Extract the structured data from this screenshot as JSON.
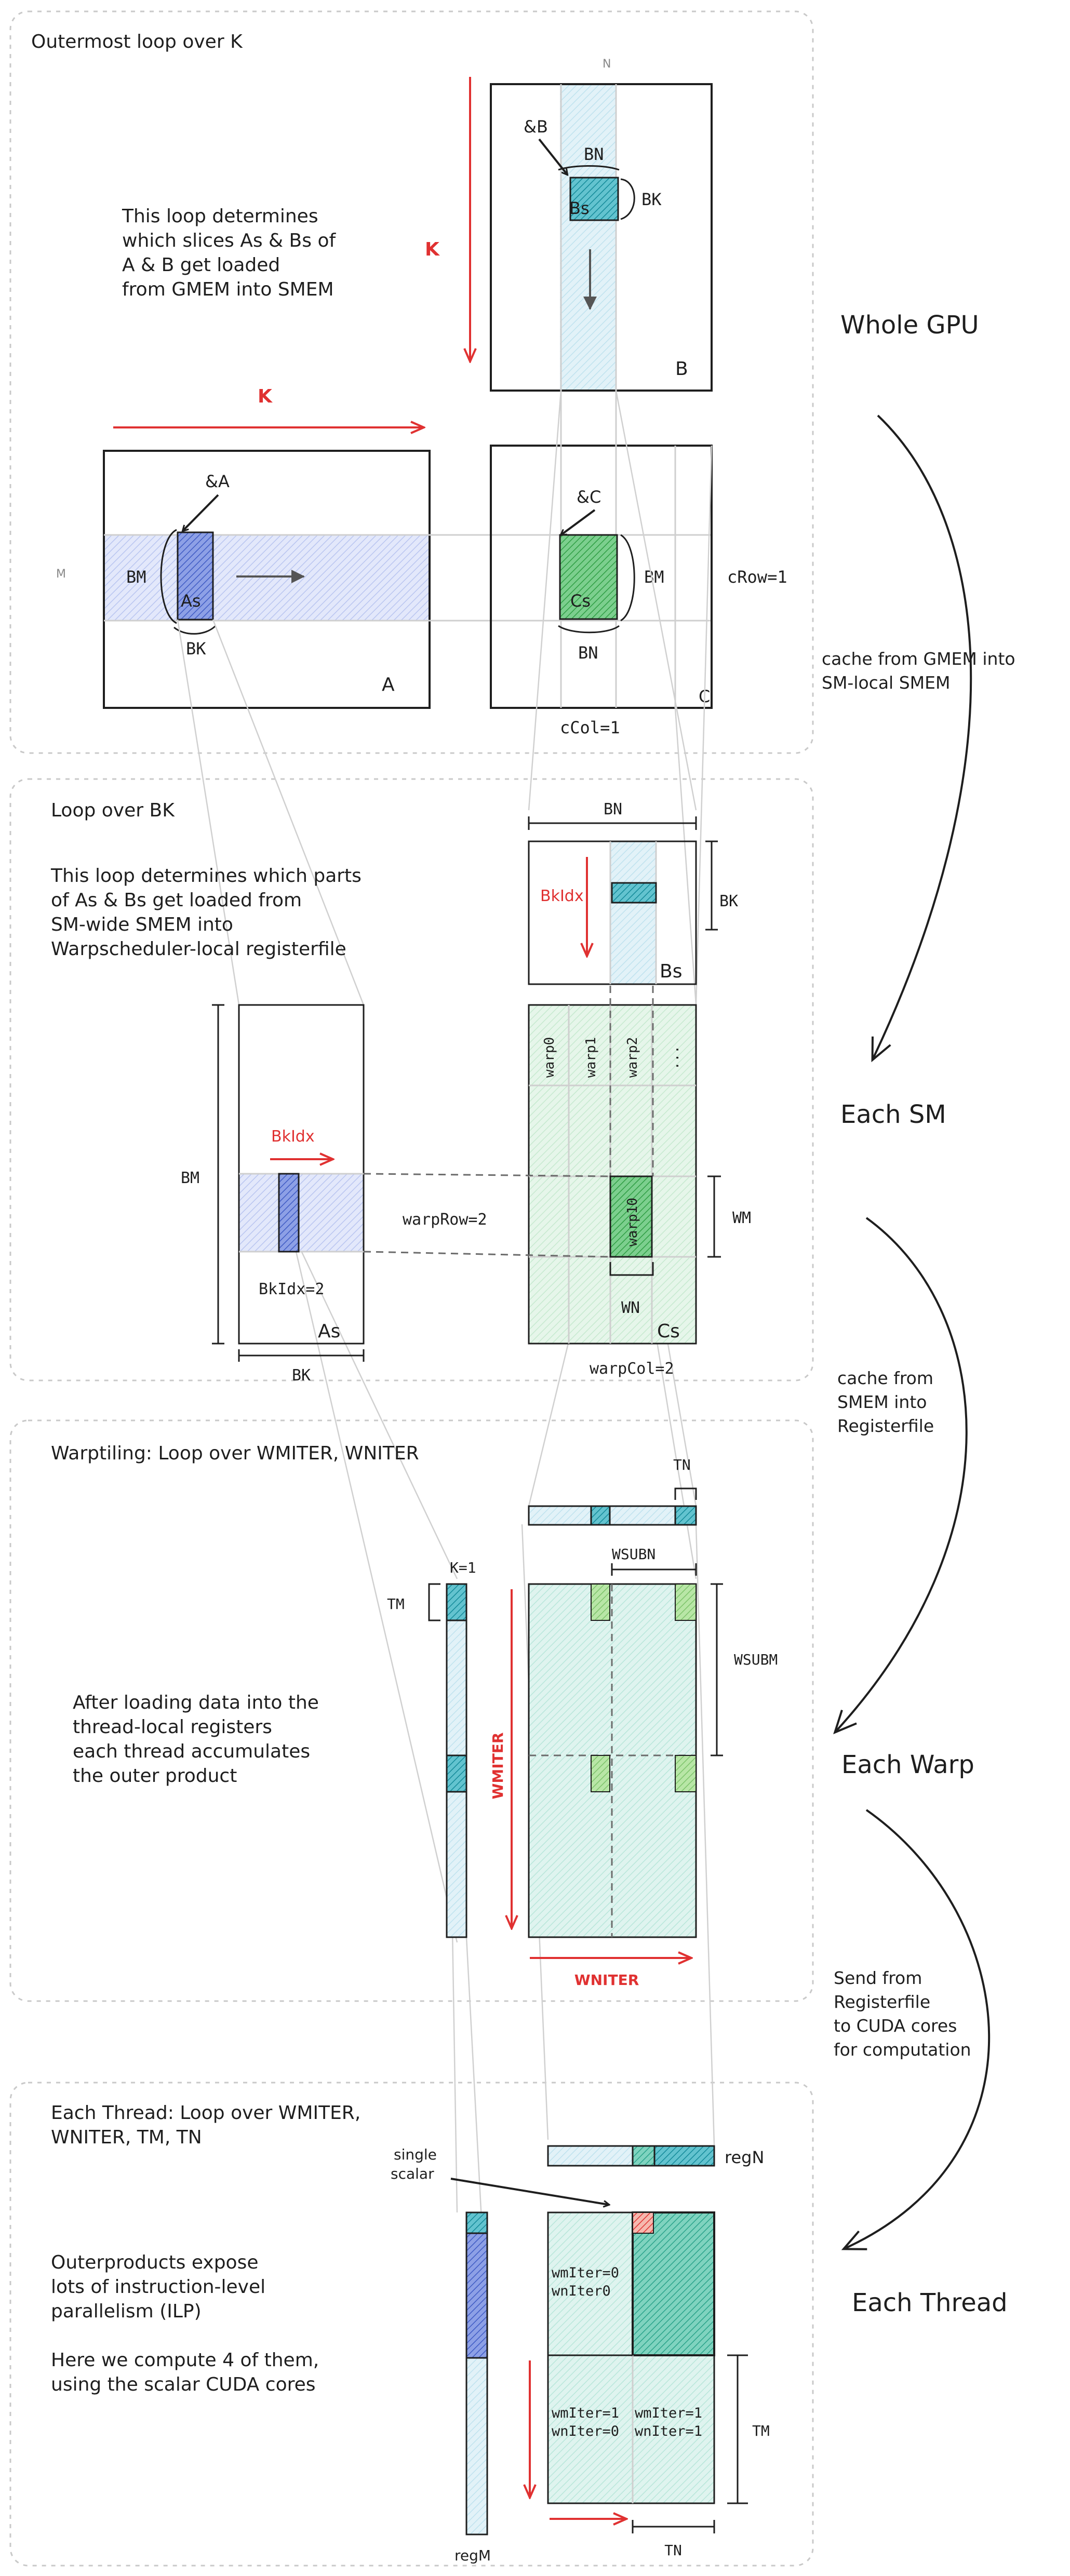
{
  "sections": {
    "gpu": {
      "title": "Outermost loop over K",
      "description": [
        "This loop determines",
        "which slices As & Bs of",
        "A & B get loaded",
        "from GMEM into SMEM"
      ],
      "k_label": "K",
      "n_label": "N",
      "m_label": "M",
      "matrix_a": "A",
      "matrix_b": "B",
      "matrix_c": "C",
      "as_label": "As",
      "bs_label": "Bs",
      "cs_label": "Cs",
      "ptr_a": "&A",
      "ptr_b": "&B",
      "ptr_c": "&C",
      "bm": "BM",
      "bn": "BN",
      "bk": "BK",
      "crow": "cRow=1",
      "ccol": "cCol=1"
    },
    "sm": {
      "title": "Loop over BK",
      "description": [
        "This loop determines which parts",
        "of As & Bs get loaded from",
        "SM-wide SMEM into",
        "Warpscheduler-local registerfile"
      ],
      "bkidx": "BkIdx",
      "bkidx_value": "BkIdx=2",
      "warp_row": "warpRow=2",
      "warp_col": "warpCol=2",
      "warps": [
        "warp0",
        "warp1",
        "warp2",
        "..."
      ],
      "warp10": "warp10",
      "wm": "WM",
      "wn": "WN",
      "bm": "BM",
      "bn": "BN",
      "bk": "BK",
      "as_label": "As",
      "bs_label": "Bs",
      "cs_label": "Cs"
    },
    "warp": {
      "title": "Warptiling: Loop over WMITER, WNITER",
      "description": [
        "After loading data into the",
        "thread-local registers",
        "each thread accumulates",
        "the outer product"
      ],
      "k1": "K=1",
      "tm": "TM",
      "tn": "TN",
      "wsubn": "WSUBN",
      "wsubm": "WSUBM",
      "wmiter": "WMITER",
      "wniter": "WNITER"
    },
    "thread": {
      "title": [
        "Each Thread: Loop over WMITER,",
        "WNITER, TM, TN"
      ],
      "description": [
        "Outerproducts expose",
        "lots of instruction-level",
        "parallelism (ILP)",
        "",
        "Here we compute 4 of them,",
        "using the scalar CUDA cores"
      ],
      "single_scalar": [
        "single",
        "scalar"
      ],
      "regn": "regN",
      "regm": "regM",
      "tm": "TM",
      "tn": "TN",
      "cell00": [
        "wmIter=0",
        "wnIter0"
      ],
      "cell10": [
        "wmIter=1",
        "wnIter=0"
      ],
      "cell11": [
        "wmIter=1",
        "wnIter=1"
      ]
    }
  },
  "levels": [
    "Whole GPU",
    "Each SM",
    "Each Warp",
    "Each Thread"
  ],
  "transitions": [
    [
      "cache from GMEM into",
      "SM-local SMEM"
    ],
    [
      "cache from",
      "SMEM into",
      "Registerfile"
    ],
    [
      "Send from",
      "Registerfile",
      "to CUDA cores",
      "for computation"
    ]
  ],
  "colors": {
    "blue_fill": "#dbe1f7",
    "blue_dark": "#4a67c9",
    "cyan_fill": "#dceef6",
    "cyan_dark": "#1c9fb0",
    "green_fill": "#dff3e4",
    "green_dark": "#2f9e44",
    "red": "#e03131",
    "scalar_red": "#f4a9a0"
  }
}
